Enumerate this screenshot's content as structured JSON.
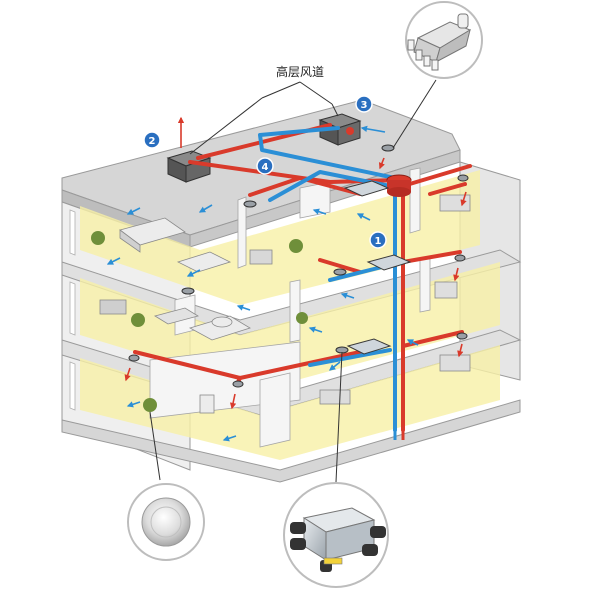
{
  "callout": {
    "label": "高层风道"
  },
  "markers": [
    "1",
    "2",
    "3",
    "4"
  ],
  "colors": {
    "supply_duct": "#d93a2b",
    "exhaust_duct": "#2b8fd6",
    "marker_fill": "#2a6fc0",
    "wall": "#f2f2f2",
    "floor_tint": "#f7f0a6",
    "roof": "#d9d9d9"
  },
  "details": [
    {
      "icon": "diffuser-icon"
    },
    {
      "icon": "distribution-box-icon"
    },
    {
      "icon": "duct-manifold-icon"
    }
  ]
}
